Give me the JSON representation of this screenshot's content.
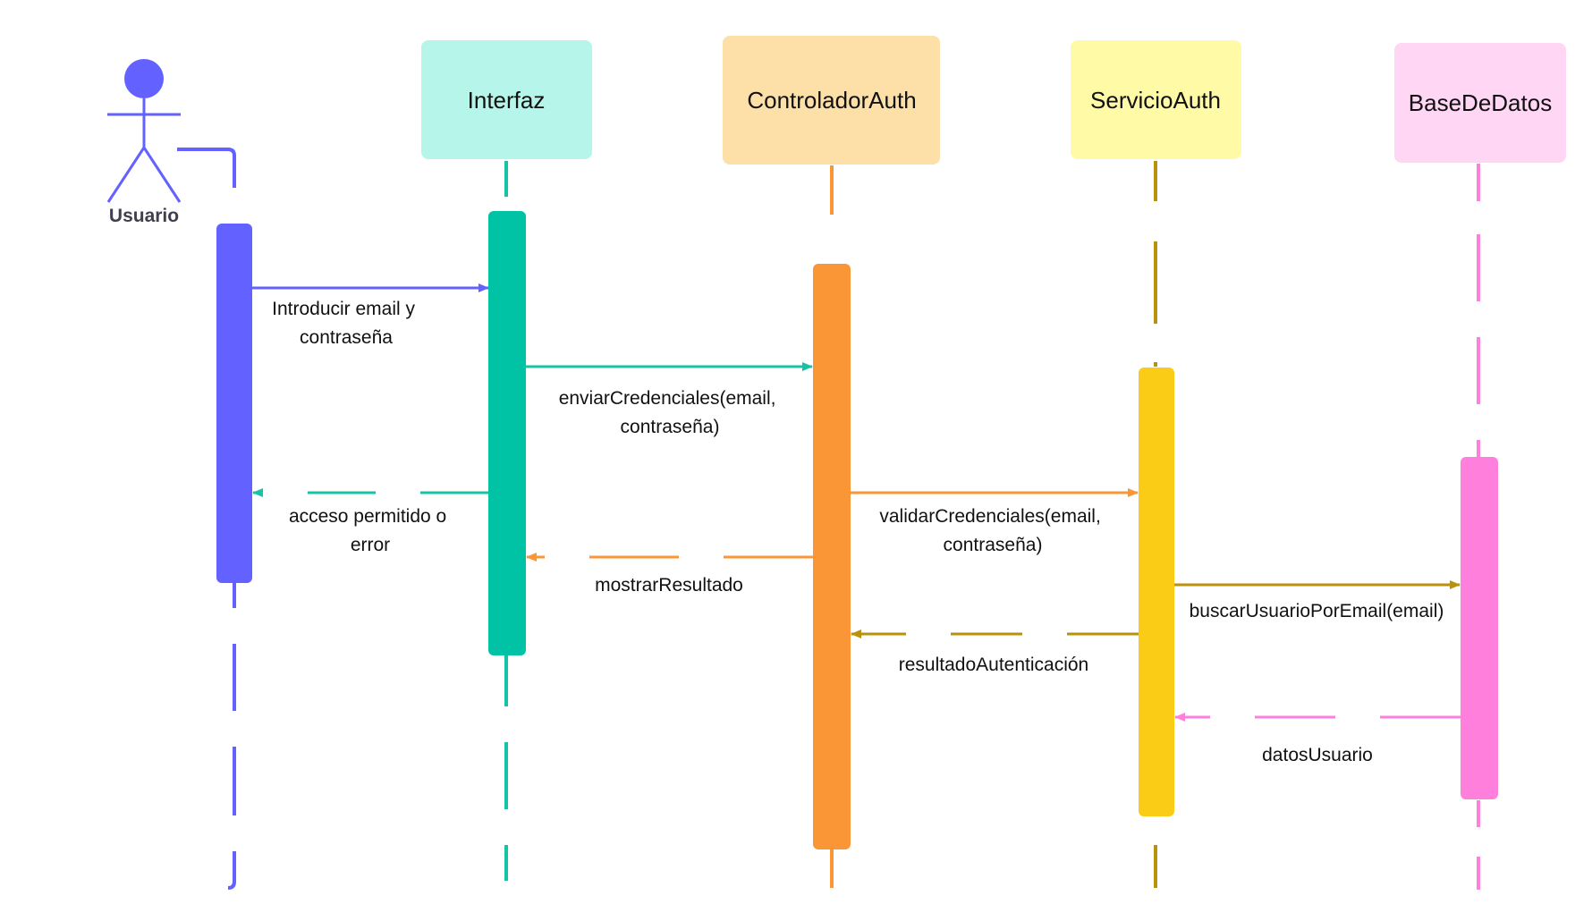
{
  "actor": {
    "name": "Usuario",
    "color": "#6361ff"
  },
  "participants": [
    {
      "id": "interfaz",
      "name": "Interfaz",
      "box_color": "#b6f5ea",
      "line_color": "#17c3a7"
    },
    {
      "id": "controlador",
      "name": "ControladorAuth",
      "box_color": "#fde0a8",
      "line_color": "#fb9636"
    },
    {
      "id": "servicio",
      "name": "ServicioAuth",
      "box_color": "#fffaa6",
      "line_color": "#b8920a"
    },
    {
      "id": "bd",
      "name": "BaseDeDatos",
      "box_color": "#ffd6f4",
      "line_color": "#ff80dc"
    }
  ],
  "activation_colors": {
    "usuario": "#6361ff",
    "interfaz": "#00c2a4",
    "controlador": "#fb9636",
    "servicio": "#facc15",
    "bd": "#ff80dc"
  },
  "messages": [
    {
      "id": "m1",
      "from": "usuario",
      "to": "interfaz",
      "style": "solid",
      "color": "#6361ff",
      "label": [
        "Introducir email y",
        "contraseña"
      ]
    },
    {
      "id": "m2",
      "from": "interfaz",
      "to": "controlador",
      "style": "solid",
      "color": "#17c3a7",
      "label": [
        "enviarCredenciales(email,",
        "contraseña)"
      ]
    },
    {
      "id": "m3",
      "from": "interfaz",
      "to": "usuario",
      "style": "dashed",
      "color": "#17c3a7",
      "label": [
        "acceso permitido o",
        "error"
      ]
    },
    {
      "id": "m4",
      "from": "controlador",
      "to": "servicio",
      "style": "solid",
      "color": "#fb9636",
      "label": [
        "validarCredenciales(email,",
        "contraseña)"
      ]
    },
    {
      "id": "m5",
      "from": "controlador",
      "to": "interfaz",
      "style": "dashed",
      "color": "#fb9636",
      "label": [
        "mostrarResultado"
      ]
    },
    {
      "id": "m6",
      "from": "servicio",
      "to": "bd",
      "style": "solid",
      "color": "#b8920a",
      "label": [
        "buscarUsuarioPorEmail(email)"
      ]
    },
    {
      "id": "m7",
      "from": "servicio",
      "to": "controlador",
      "style": "dashed",
      "color": "#b8920a",
      "label": [
        "resultadoAutenticación"
      ]
    },
    {
      "id": "m8",
      "from": "bd",
      "to": "servicio",
      "style": "dashed",
      "color": "#ff80dc",
      "label": [
        "datosUsuario"
      ]
    }
  ]
}
